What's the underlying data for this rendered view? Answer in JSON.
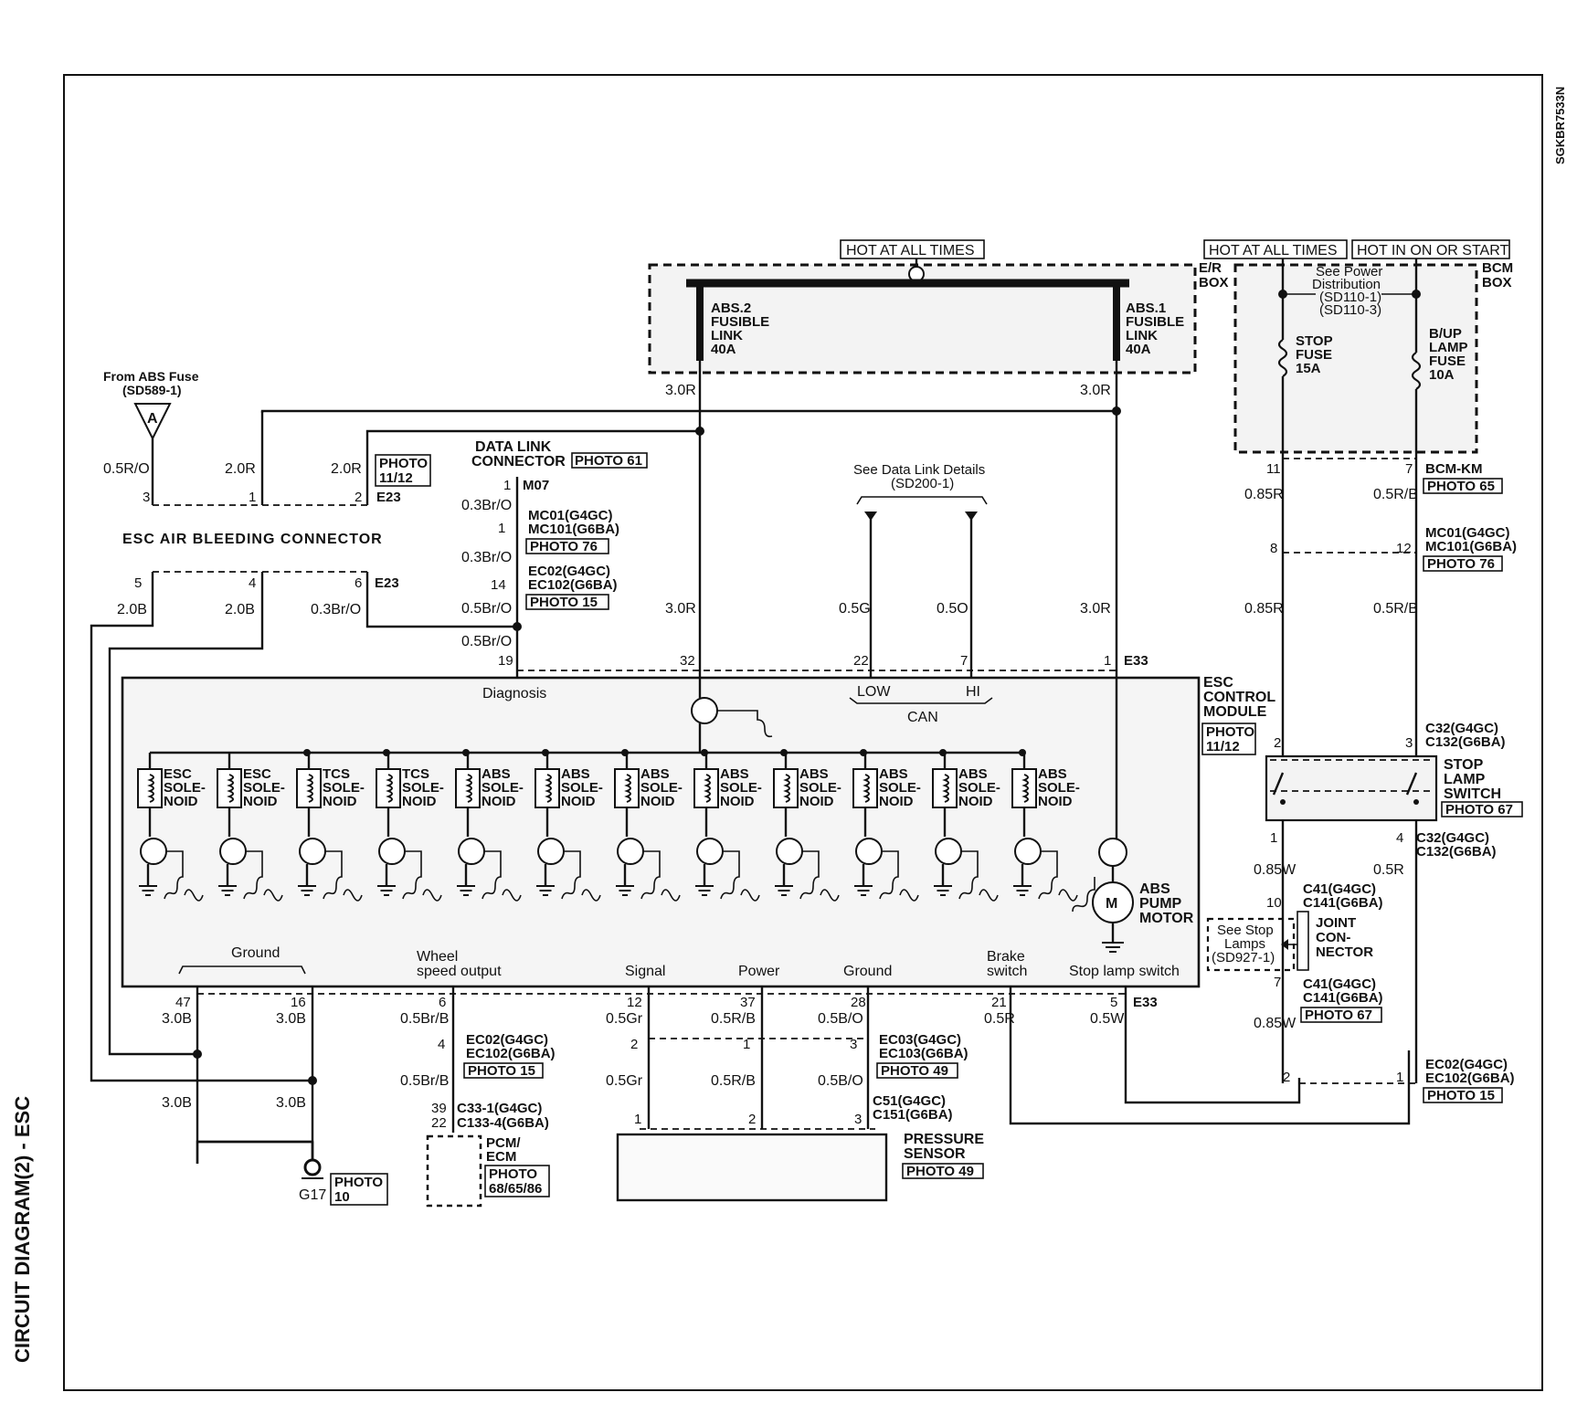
{
  "page": {
    "side_title": "CIRCUIT DIAGRAM(2) - ESC",
    "code": "SGKBR7533N"
  },
  "power": {
    "hot_all_times_1": "HOT AT ALL TIMES",
    "hot_all_times_2": "HOT AT ALL TIMES",
    "hot_on_start": "HOT IN ON OR START",
    "er_box": [
      "E/R",
      "BOX"
    ],
    "bcm_box": [
      "BCM",
      "BOX"
    ],
    "abs2_link": [
      "ABS.2",
      "FUSIBLE",
      "LINK",
      "40A"
    ],
    "abs1_link": [
      "ABS.1",
      "FUSIBLE",
      "LINK",
      "40A"
    ],
    "power_dist": [
      "See Power",
      "Distribution",
      "(SD110-1)",
      "(SD110-3)"
    ],
    "stop_fuse": [
      "STOP",
      "FUSE",
      "15A"
    ],
    "bup_fuse": [
      "B/UP",
      "LAMP",
      "FUSE",
      "10A"
    ]
  },
  "abs_fuse": {
    "from": "From ABS Fuse",
    "ref": "(SD589-1)",
    "letter": "A"
  },
  "bleed": {
    "title": "ESC AIR BLEEDING CONNECTOR",
    "e23_top": "E23",
    "e23_bot": "E23",
    "photo": [
      "PHOTO",
      "11/12"
    ]
  },
  "dlc": {
    "title": [
      "DATA LINK",
      "CONNECTOR"
    ],
    "photo61": "PHOTO 61",
    "m07": "M07",
    "mc01": "MC01(G4GC)",
    "mc101": "MC101(G6BA)",
    "photo76": "PHOTO 76",
    "ec02": "EC02(G4GC)",
    "ec102": "EC102(G6BA)",
    "photo15": "PHOTO 15"
  },
  "can": {
    "see": "See Data Link Details",
    "ref": "(SD200-1)",
    "low": "LOW",
    "hi": "HI",
    "can": "CAN"
  },
  "ecu": {
    "name": [
      "ESC",
      "CONTROL",
      "MODULE"
    ],
    "photo": [
      "PHOTO",
      "11/12"
    ],
    "e33": "E33",
    "diagnosis": "Diagnosis",
    "abs_pump": [
      "ABS",
      "PUMP",
      "MOTOR"
    ],
    "motor": "M",
    "ground": "Ground",
    "wheel": [
      "Wheel",
      "speed output"
    ],
    "signal": "Signal",
    "power": "Power",
    "ground2": "Ground",
    "brake": [
      "Brake",
      "switch"
    ],
    "stop_lamp_sw": "Stop lamp switch",
    "e33_bot": "E33"
  },
  "solenoids": [
    {
      "a": "ESC",
      "b": "SOLE-",
      "c": "NOID"
    },
    {
      "a": "ESC",
      "b": "SOLE-",
      "c": "NOID"
    },
    {
      "a": "TCS",
      "b": "SOLE-",
      "c": "NOID"
    },
    {
      "a": "TCS",
      "b": "SOLE-",
      "c": "NOID"
    },
    {
      "a": "ABS",
      "b": "SOLE-",
      "c": "NOID"
    },
    {
      "a": "ABS",
      "b": "SOLE-",
      "c": "NOID"
    },
    {
      "a": "ABS",
      "b": "SOLE-",
      "c": "NOID"
    },
    {
      "a": "ABS",
      "b": "SOLE-",
      "c": "NOID"
    },
    {
      "a": "ABS",
      "b": "SOLE-",
      "c": "NOID"
    },
    {
      "a": "ABS",
      "b": "SOLE-",
      "c": "NOID"
    },
    {
      "a": "ABS",
      "b": "SOLE-",
      "c": "NOID"
    },
    {
      "a": "ABS",
      "b": "SOLE-",
      "c": "NOID"
    }
  ],
  "wires": {
    "w_05ro": "0.5R/O",
    "w_20r_a": "2.0R",
    "w_20r_b": "2.0R",
    "w_30r_1": "3.0R",
    "w_30r_2": "3.0R",
    "w_03bro_1": "0.3Br/O",
    "w_03bro_2": "0.3Br/O",
    "w_05bro_1": "0.5Br/O",
    "w_05bro_2": "0.5Br/O",
    "w_20b_1": "2.0B",
    "w_20b_2": "2.0B",
    "w_03bro_3": "0.3Br/O",
    "w_30r_3": "3.0R",
    "w_05g": "0.5G",
    "w_05o": "0.5O",
    "w_30r_4": "3.0R",
    "w_085r_1": "0.85R",
    "w_05rb_1": "0.5R/B",
    "w_085r_2": "0.85R",
    "w_05rb_2": "0.5R/B",
    "w_085w_1": "0.85W",
    "w_05r": "0.5R",
    "w_085w_2": "0.85W",
    "w_30b_1": "3.0B",
    "w_30b_2": "3.0B",
    "w_30b_3": "3.0B",
    "w_30b_4": "3.0B",
    "w_05brb_1": "0.5Br/B",
    "w_05brb_2": "0.5Br/B",
    "w_05gr_1": "0.5Gr",
    "w_05gr_2": "0.5Gr",
    "w_05rb_3": "0.5R/B",
    "w_05rb_4": "0.5R/B",
    "w_05bo_1": "0.5B/O",
    "w_05bo_2": "0.5B/O",
    "w_05r_b": "0.5R",
    "w_05w": "0.5W"
  },
  "pins": {
    "p3": "3",
    "p1": "1",
    "p2": "2",
    "p5": "5",
    "p4": "4",
    "p6": "6",
    "dlc1": "1",
    "mc1": "1",
    "ec14": "14",
    "e19": "19",
    "e32": "32",
    "e22": "22",
    "e7": "7",
    "e1": "1",
    "bcm11": "11",
    "bcm7": "7",
    "mc8": "8",
    "mc12": "12",
    "sw2": "2",
    "sw3": "3",
    "sw1": "1",
    "sw4": "4",
    "jc10": "10",
    "jc7": "7",
    "ec2": "2",
    "ec1": "1",
    "e47": "47",
    "e16": "16",
    "e6": "6",
    "e12": "12",
    "e37": "37",
    "e28": "28",
    "e21": "21",
    "e5": "5",
    "ec4": "4",
    "ec2b": "2",
    "ec1b": "1",
    "ec3": "3",
    "ps1": "1",
    "ps2": "2",
    "ps3": "3",
    "pcm39": "39",
    "pcm22": "22"
  },
  "right": {
    "bcm_km": "BCM-KM",
    "photo65": "PHOTO 65",
    "mc01": "MC01(G4GC)",
    "mc101": "MC101(G6BA)",
    "photo76": "PHOTO 76",
    "c32": "C32(G4GC)",
    "c132": "C132(G6BA)",
    "stop_lamp": [
      "STOP",
      "LAMP",
      "SWITCH"
    ],
    "photo67a": "PHOTO 67",
    "c32b": "C32(G4GC)",
    "c132b": "C132(G6BA)",
    "c41": "C41(G4GC)",
    "c141": "C141(G6BA)",
    "joint": [
      "JOINT",
      "CON-",
      "NECTOR"
    ],
    "see_stop": [
      "See Stop",
      "Lamps",
      "(SD927-1)"
    ],
    "c41b": "C41(G4GC)",
    "c141b": "C141(G6BA)",
    "photo67b": "PHOTO 67",
    "ec02": "EC02(G4GC)",
    "ec102": "EC102(G6BA)",
    "photo15": "PHOTO 15"
  },
  "bottom": {
    "ec02": "EC02(G4GC)",
    "ec102": "EC102(G6BA)",
    "photo15": "PHOTO 15",
    "c33": "C33-1(G4GC)",
    "c133": "C133-4(G6BA)",
    "pcm": [
      "PCM/",
      "ECM"
    ],
    "photo_pcm": [
      "PHOTO",
      "68/65/86"
    ],
    "g17": "G17",
    "photo10": [
      "PHOTO",
      "10"
    ],
    "ec03": "EC03(G4GC)",
    "ec103": "EC103(G6BA)",
    "photo49a": "PHOTO 49",
    "c51": "C51(G4GC)",
    "c151": "C151(G6BA)",
    "pressure": [
      "PRESSURE",
      "SENSOR"
    ],
    "photo49b": "PHOTO 49"
  }
}
